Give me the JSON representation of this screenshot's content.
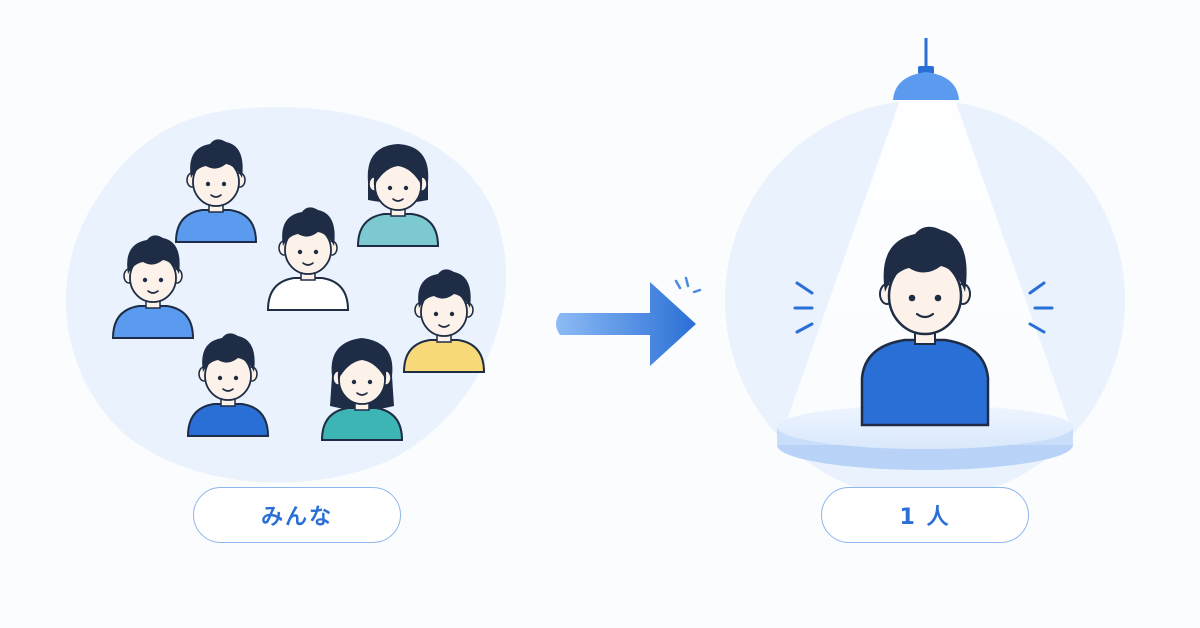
{
  "labels": {
    "left": "みんな",
    "right": "1 人"
  },
  "colors": {
    "primary_blue": "#2a6fd6",
    "light_blue_shirt": "#5b9bef",
    "teal_shirt": "#7cc9cf",
    "teal_dark_shirt": "#3db5b4",
    "yellow_shirt": "#f7d97a",
    "white_shirt": "#ffffff",
    "hair": "#1e2d45",
    "skin": "#fdf2ea",
    "blob_bg": "#e9f2fd",
    "spotlight": "#f6f9ff"
  },
  "icons": {
    "arrow": "right-arrow-icon",
    "lamp": "ceiling-lamp-icon",
    "spark": "emphasis-spark-icon"
  },
  "left_group": {
    "people": [
      {
        "hair": "short",
        "shirt": "light_blue_shirt"
      },
      {
        "hair": "bob",
        "shirt": "teal_shirt"
      },
      {
        "hair": "short",
        "shirt": "white_shirt"
      },
      {
        "hair": "short",
        "shirt": "light_blue_shirt"
      },
      {
        "hair": "short",
        "shirt": "yellow_shirt"
      },
      {
        "hair": "short",
        "shirt": "primary_blue"
      },
      {
        "hair": "long",
        "shirt": "teal_dark_shirt"
      }
    ]
  }
}
